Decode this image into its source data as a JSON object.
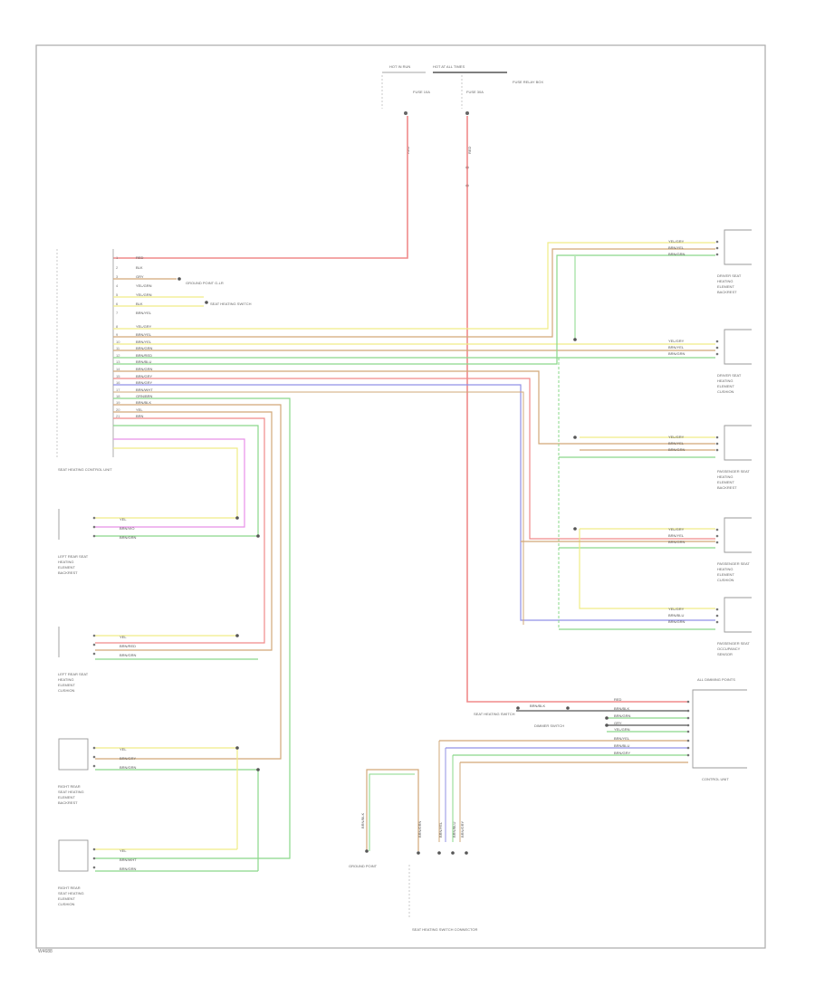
{
  "footer_code": "W4688",
  "power": {
    "left_label": "HOT IN RUN",
    "right_label": "HOT AT ALL TIMES",
    "right_fuse_note": "FUSE RELAY BOX",
    "left_fuse": "FUSE 10A",
    "right_fuse": "FUSE 30A",
    "left_wire": "RED",
    "right_wire": "RED"
  },
  "module": {
    "name": "SEAT HEATING CONTROL UNIT",
    "wires": [
      "RED",
      "BLK",
      "GRY",
      "YEL/GRN",
      "YEL/GRN",
      "BLK",
      "BRN/YEL",
      "YEL/GRY",
      "BRN/YEL",
      "BRN/YEL",
      "BRN/GRN",
      "BRN/RED",
      "BRN/BLU",
      "BRN/GRN",
      "BRN/GRY",
      "BRN/GRY",
      "BRN/WHT",
      "GRN/BRN",
      "BRN/BLK",
      "YEL",
      "BRN"
    ]
  },
  "ground_labels": [
    "GROUND POINT G-LR",
    "SEAT HEATING SWITCH"
  ],
  "right_components": [
    {
      "name": "DRIVER SEAT HEATING ELEMENT BACKREST",
      "wires": [
        "YEL/GRY",
        "BRN/YEL",
        "BRN/GRN"
      ]
    },
    {
      "name": "DRIVER SEAT HEATING ELEMENT CUSHION",
      "wires": [
        "YEL/GRY",
        "BRN/YEL",
        "BRN/GRN"
      ]
    },
    {
      "name": "PASSENGER SEAT HEATING ELEMENT BACKREST",
      "wires": [
        "YEL/GRY",
        "BRN/YEL",
        "BRN/GRN"
      ]
    },
    {
      "name": "PASSENGER SEAT HEATING ELEMENT CUSHION",
      "wires": [
        "YEL/GRY",
        "BRN/YEL",
        "BRN/GRN"
      ]
    },
    {
      "name": "PASSENGER SEAT OCCUPANCY SENSOR",
      "wires": [
        "YEL/GRY",
        "BRN/BLU",
        "BRN/GRN"
      ]
    }
  ],
  "left_components": [
    {
      "name": "LEFT REAR SEAT HEATING ELEMENT BACKREST",
      "wires": [
        "YEL",
        "BRN/VIO",
        "BRN/GRN"
      ]
    },
    {
      "name": "LEFT REAR SEAT HEATING ELEMENT CUSHION",
      "wires": [
        "YEL",
        "BRN/RED",
        "BRN/GRN"
      ]
    },
    {
      "name": "RIGHT REAR SEAT HEATING ELEMENT BACKREST",
      "wires": [
        "YEL",
        "BRN/GRY",
        "BRN/GRN"
      ]
    },
    {
      "name": "RIGHT REAR SEAT HEATING ELEMENT CUSHION",
      "wires": [
        "YEL",
        "BRN/WHT",
        "BRN/GRN"
      ]
    }
  ],
  "control_unit": {
    "name": "CONTROL UNIT",
    "note": "ALL DIMMING POINTS",
    "mid_label": "BRN/BLK",
    "wires": [
      "RED",
      "BRN/BLK",
      "BRN/GRN",
      "GRY",
      "YEL/GRN",
      "BRN/YEL",
      "BRN/BLU",
      "BRN/GRY"
    ],
    "mid_notes": [
      "SEAT HEATING SWITCH",
      "DIMMER SWITCH"
    ]
  },
  "bottom": {
    "ground_wire": "BRN/BLK",
    "ground_label": "GROUND POINT",
    "harness_label": "SEAT HEATING SWITCH CONNECTOR",
    "harness_wires": [
      "BRN/GRN",
      "BRN/YEL",
      "BRN/BLU",
      "BRN/GRY"
    ]
  },
  "colors": {
    "red": "#f08a8a",
    "yellow": "#f0ec86",
    "green": "#8ad88a",
    "brown": "#d2a878",
    "blue": "#9090e6",
    "magenta": "#e890e8",
    "gray": "#b0b0b0",
    "black": "#555555",
    "orange": "#f2c46a",
    "frame": "#aaaaaa"
  }
}
